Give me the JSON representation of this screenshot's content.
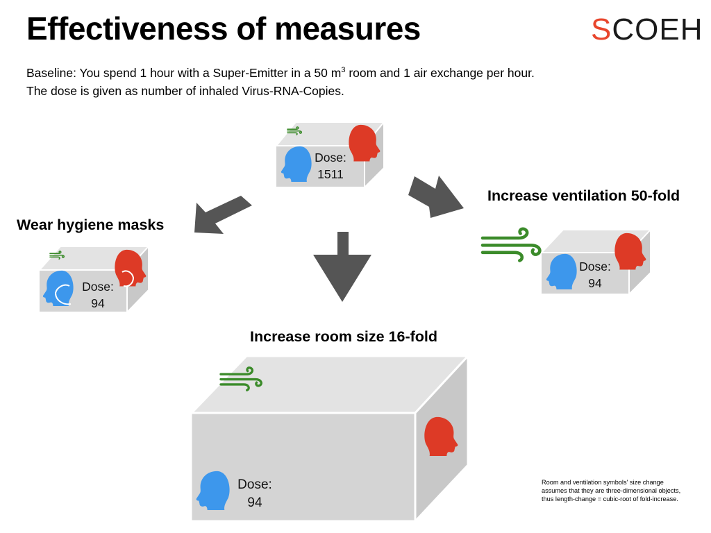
{
  "title": "Effectiveness of measures",
  "logo": {
    "first_letter": "S",
    "rest": "COEH"
  },
  "subtitle": {
    "line1_pre": "Baseline: You spend 1 hour with a Super-Emitter in a 50 m",
    "line1_sup": "3",
    "line1_post": " room and 1 air exchange per hour.",
    "line2": "The dose is given as number of inhaled Virus-RNA-Copies."
  },
  "scenarios": {
    "baseline": {
      "dose_label": "Dose:",
      "dose_value": "1511"
    },
    "masks": {
      "label": "Wear hygiene masks",
      "dose_label": "Dose:",
      "dose_value": "94"
    },
    "ventilation": {
      "label": "Increase ventilation 50-fold",
      "dose_label": "Dose:",
      "dose_value": "94"
    },
    "room": {
      "label": "Increase room size 16-fold",
      "dose_label": "Dose:",
      "dose_value": "94"
    }
  },
  "footnote": {
    "line1": "Room and ventilation symbols' size change",
    "line2": "assumes that they are three-dimensional objects,",
    "line3": "thus length-change = cubic-root of fold-increase."
  },
  "colors": {
    "box_front": "#d4d4d4",
    "box_top": "#e3e3e3",
    "box_side": "#c8c8c8",
    "infected_head": "#dd3a26",
    "healthy_head": "#3d97ec",
    "wind": "#3b8b2a",
    "arrow": "#555555",
    "logo_accent": "#e8452c"
  }
}
